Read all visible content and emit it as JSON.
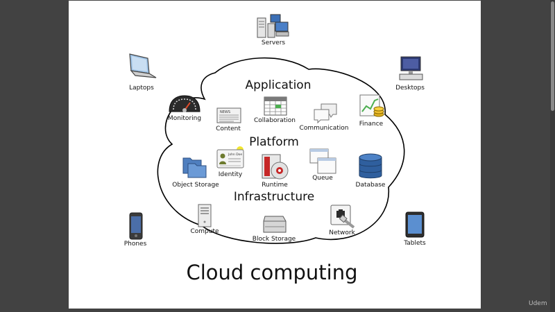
{
  "diagram": {
    "title": "Cloud computing",
    "layers": {
      "application": "Application",
      "platform": "Platform",
      "infrastructure": "Infrastructure"
    },
    "devices": {
      "servers": "Servers",
      "laptops": "Laptops",
      "desktops": "Desktops",
      "phones": "Phones",
      "tablets": "Tablets"
    },
    "application": {
      "monitoring": "Monitoring",
      "content": "Content",
      "collaboration": "Collaboration",
      "communication": "Communication",
      "finance": "Finance"
    },
    "platform": {
      "object_storage": "Object Storage",
      "identity": "Identity",
      "runtime": "Runtime",
      "queue": "Queue",
      "database": "Database"
    },
    "infrastructure": {
      "compute": "Compute",
      "block_storage": "Block Storage",
      "network": "Network"
    },
    "identity_card_text": "John Doe",
    "content_icon_text": "NEWS"
  },
  "watermark": "Udem"
}
